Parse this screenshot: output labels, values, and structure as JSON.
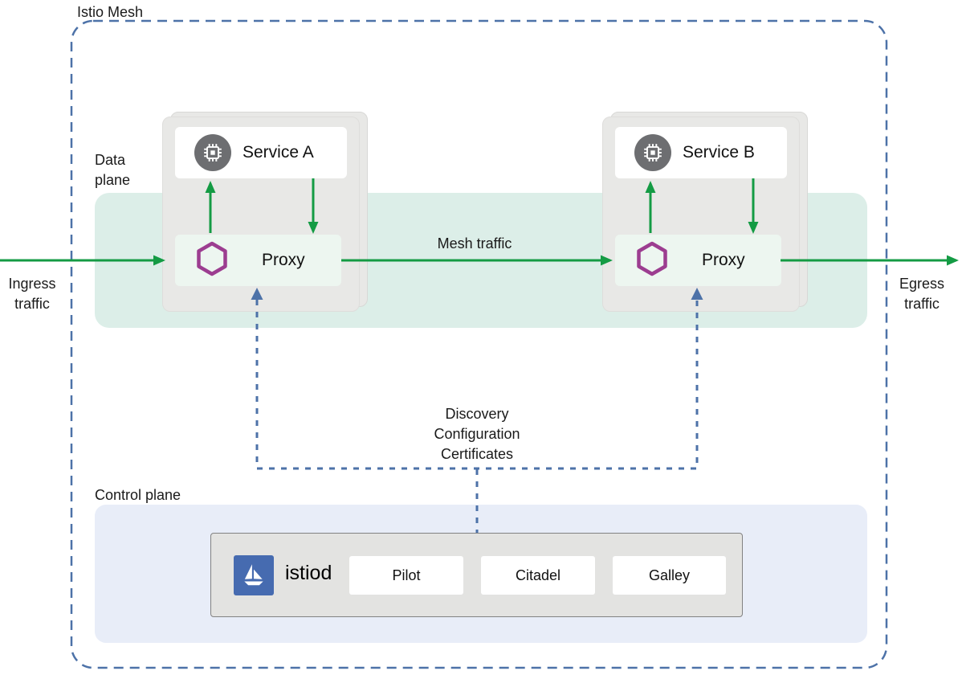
{
  "title": "Istio Mesh",
  "planes": {
    "data_plane_label": "Data plane",
    "control_plane_label": "Control plane"
  },
  "traffic": {
    "ingress_label": "Ingress traffic",
    "egress_label": "Egress traffic",
    "mesh_label": "Mesh traffic"
  },
  "control_links": [
    "Discovery",
    "Configuration",
    "Certificates"
  ],
  "services": [
    {
      "name": "Service A",
      "proxy": "Proxy"
    },
    {
      "name": "Service B",
      "proxy": "Proxy"
    }
  ],
  "control_plane": {
    "istiod": "istiod",
    "components": [
      "Pilot",
      "Citadel",
      "Galley"
    ]
  },
  "icons": {
    "service_icon": "microchip-icon",
    "proxy_icon": "hexagon-outline-icon",
    "istiod_icon": "istio-sail-logo"
  },
  "colors": {
    "mesh_border_blue": "#4d72a8",
    "arrow_green": "#149b44",
    "dashed_link_blue": "#4d72a8",
    "hexagon_purple": "#9c3d90",
    "istio_logo_blue": "#466bb0",
    "data_band_mint": "#dceee8",
    "control_plane_bg": "#e8edf8",
    "group_gray": "#e8e8e6",
    "proxy_box_green": "#edf6f0",
    "service_icon_gray": "#6d6e71"
  }
}
